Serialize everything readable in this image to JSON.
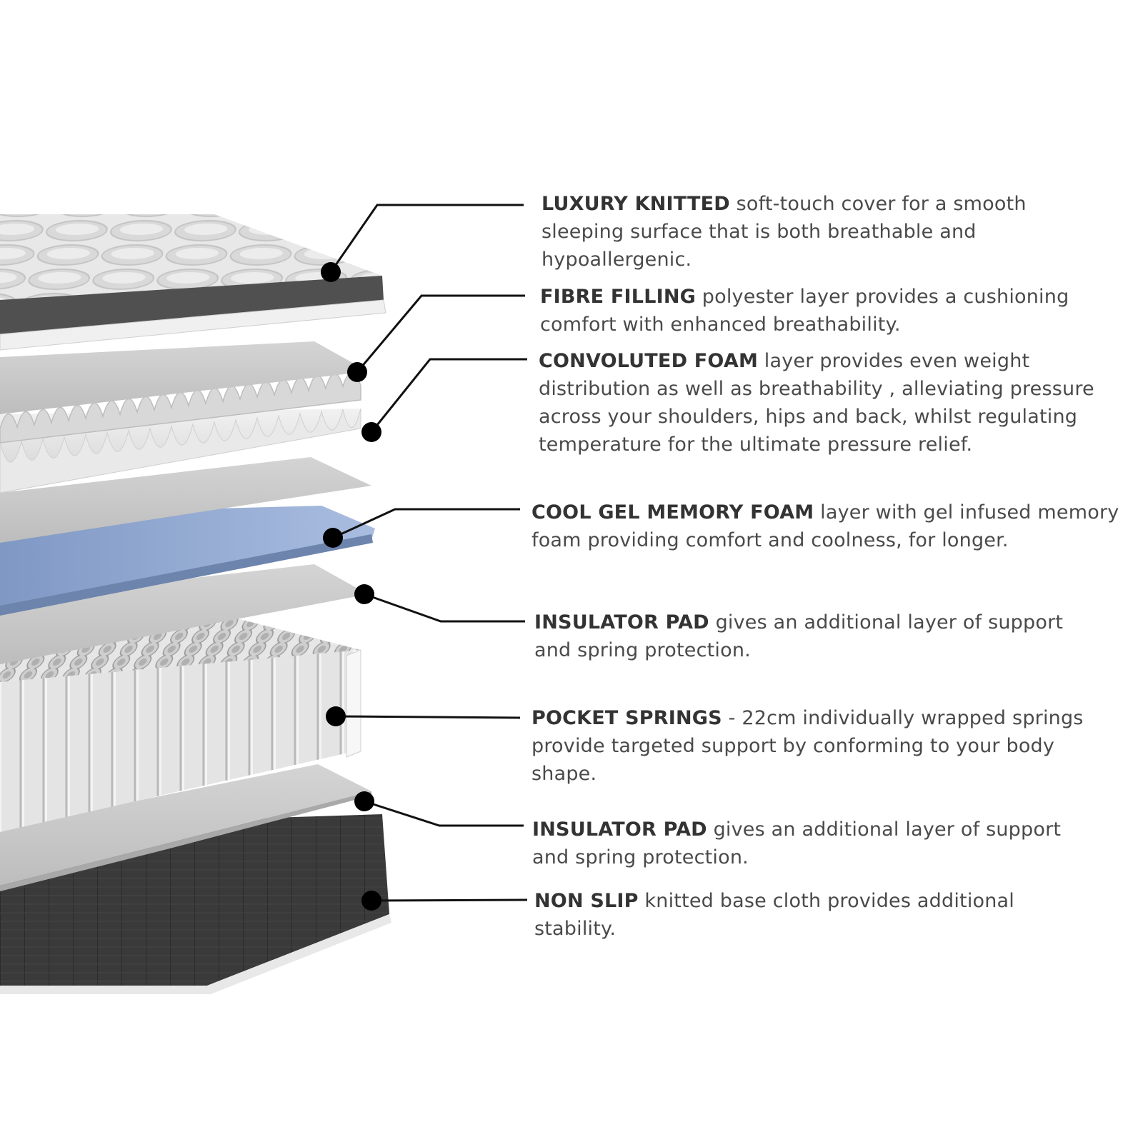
{
  "colors": {
    "text": "#4a4a4a",
    "keyword": "#333333",
    "leader": "#111111",
    "dot": "#000000",
    "gel_layer": "#8ea7cf",
    "base_layer": "#3b3b3b",
    "pad_layer": "#c8c8c8",
    "cover_band": "#555555"
  },
  "layers": [
    {
      "key": "luxury_knitted",
      "title": "LUXURY KNITTED",
      "text": " soft-touch cover for a smooth sleeping surface that is both breathable and hypoallergenic."
    },
    {
      "key": "fibre_filling",
      "title": "FIBRE FILLING",
      "text": " polyester layer provides a cushioning comfort with enhanced breathability."
    },
    {
      "key": "convoluted_foam",
      "title": "CONVOLUTED FOAM",
      "text": " layer provides even weight distribution as well as breathability , alleviating pressure across your shoulders, hips and back, whilst regulating temperature for the ultimate pressure relief."
    },
    {
      "key": "cool_gel",
      "title": "COOL GEL MEMORY FOAM",
      "text": " layer with gel infused memory foam providing comfort and coolness, for longer."
    },
    {
      "key": "insulator_pad_1",
      "title": "INSULATOR PAD",
      "text": " gives an additional layer of support and spring protection."
    },
    {
      "key": "pocket_springs",
      "title": "POCKET SPRINGS",
      "text": " - 22cm individually wrapped springs provide targeted support by conforming to your body shape."
    },
    {
      "key": "insulator_pad_2",
      "title": "INSULATOR PAD",
      "text": " gives an additional layer of support and spring protection."
    },
    {
      "key": "non_slip",
      "title": "NON SLIP",
      "text": " knitted base cloth provides additional stability."
    }
  ]
}
